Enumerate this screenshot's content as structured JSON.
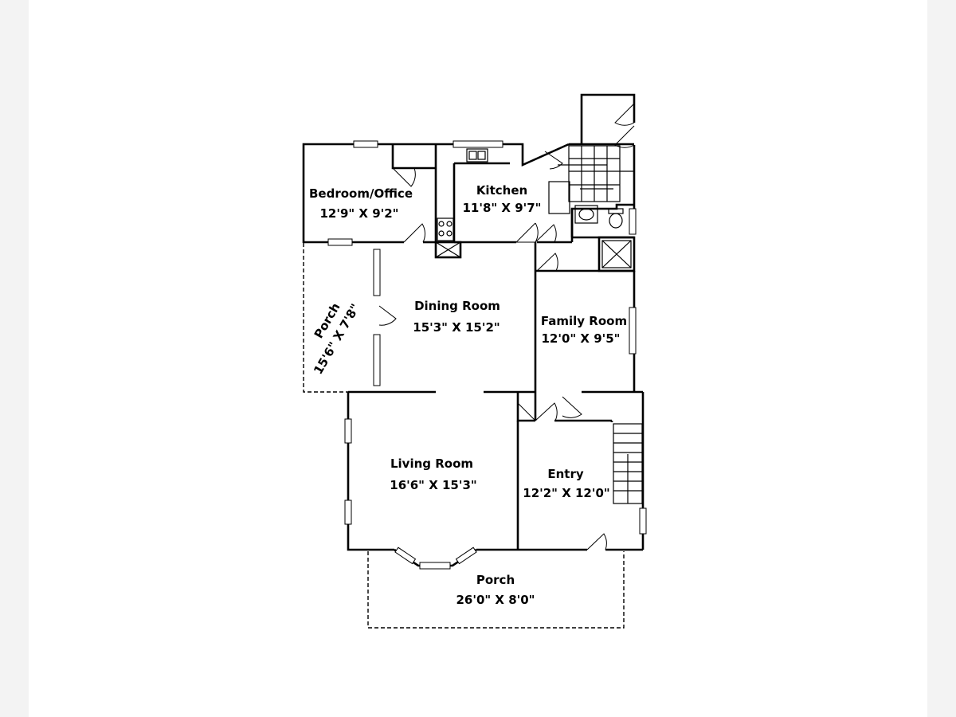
{
  "rooms": {
    "bedroom": {
      "name": "Bedroom/Office",
      "size": "12'9\" X 9'2\""
    },
    "kitchen": {
      "name": "Kitchen",
      "size": "11'8\" X 9'7\""
    },
    "side_porch": {
      "name": "Porch",
      "size": "15'6\" X 7'8\""
    },
    "dining": {
      "name": "Dining Room",
      "size": "15'3\" X 15'2\""
    },
    "family": {
      "name": "Family Room",
      "size": "12'0\" X 9'5\""
    },
    "living": {
      "name": "Living Room",
      "size": "16'6\" X 15'3\""
    },
    "entry": {
      "name": "Entry",
      "size": "12'2\" X 12'0\""
    },
    "front_porch": {
      "name": "Porch",
      "size": "26'0\" X 8'0\""
    }
  }
}
